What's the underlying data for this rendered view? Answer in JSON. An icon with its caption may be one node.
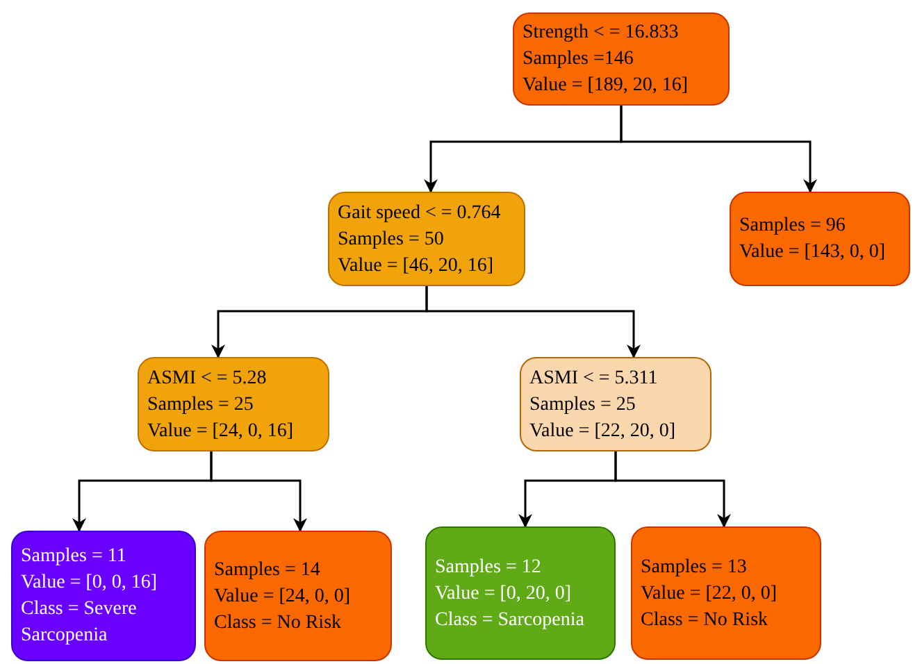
{
  "diagram": {
    "nodes": [
      {
        "text": [
          "Strength < = 16.833",
          "Samples =146",
          "Value = [189, 20, 16]"
        ]
      },
      {
        "text": [
          "Gait speed < = 0.764",
          "Samples = 50",
          "Value = [46, 20, 16]"
        ]
      },
      {
        "text": [
          "Samples = 96",
          "Value = [143, 0, 0]"
        ]
      },
      {
        "text": [
          "ASMI < = 5.28",
          "Samples = 25",
          "Value = [24, 0, 16]"
        ]
      },
      {
        "text": [
          "ASMI < = 5.311",
          "Samples = 25",
          "Value = [22, 20, 0]"
        ]
      },
      {
        "text": [
          "Samples = 11",
          "Value = [0, 0, 16]",
          "Class = Severe Sarcopenia"
        ]
      },
      {
        "text": [
          "Samples = 14",
          "Value = [24, 0, 0]",
          "Class = No Risk"
        ]
      },
      {
        "text": [
          "Samples = 12",
          "Value = [0, 20, 0]",
          "Class = Sarcopenia"
        ]
      },
      {
        "text": [
          "Samples = 13",
          "Value = [22, 0, 0]",
          "Class = No Risk"
        ]
      }
    ],
    "edges": [
      {
        "from": 0,
        "to": 1,
        "arrow": "to"
      },
      {
        "from": 0,
        "to": 2,
        "arrow": "to"
      },
      {
        "from": 1,
        "to": 3,
        "arrow": "to"
      },
      {
        "from": 1,
        "to": 4,
        "arrow": "to"
      },
      {
        "from": 3,
        "to": 5,
        "arrow": "to"
      },
      {
        "from": 3,
        "to": 6,
        "arrow": "to"
      },
      {
        "from": 4,
        "to": 7,
        "arrow": "to"
      },
      {
        "from": 4,
        "to": 8,
        "arrow": "to"
      }
    ]
  }
}
